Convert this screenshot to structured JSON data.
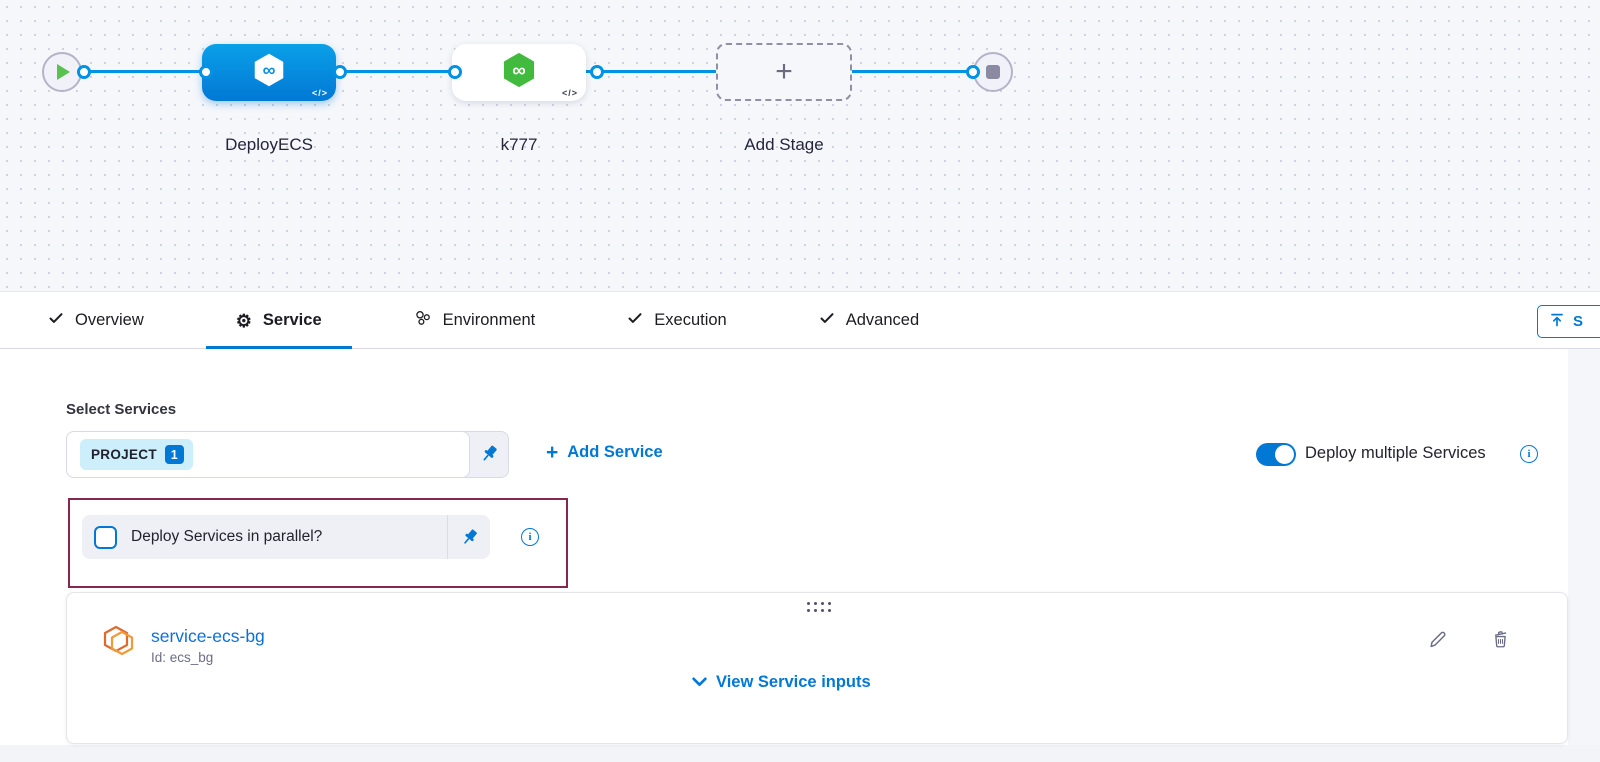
{
  "colors": {
    "accent": "#0278d5",
    "connector": "#0092e4",
    "stage_blue": "#0b8de2",
    "stage_green": "#42ba3d",
    "highlight_box": "#87274d",
    "service_icon_orange": "#ea8538"
  },
  "pipeline": {
    "stage1_label": "DeployECS",
    "stage2_label": "k777",
    "add_stage_label": "Add Stage",
    "add_plus": "+",
    "code_badge": "</>"
  },
  "tabs": {
    "overview": "Overview",
    "service": "Service",
    "environment": "Environment",
    "execution": "Execution",
    "advanced": "Advanced",
    "active_tab": "Service"
  },
  "toolbar": {
    "save_partial": "S"
  },
  "service_panel": {
    "select_services_label": "Select Services",
    "project_chip": "PROJECT",
    "project_count": "1",
    "add_service_plus": "+",
    "add_service_label": "Add Service",
    "deploy_multiple_label": "Deploy multiple Services",
    "deploy_multiple_on": true,
    "parallel_label": "Deploy Services in parallel?",
    "parallel_checked": false
  },
  "service_card": {
    "name": "service-ecs-bg",
    "id": "Id: ecs_bg",
    "view_inputs_label": "View Service inputs"
  }
}
